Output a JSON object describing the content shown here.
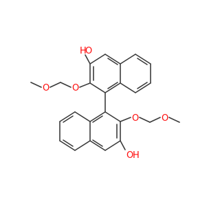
{
  "molecule": {
    "atom_labels": {
      "oh_top_o": "O",
      "oh_top_h": "H",
      "oh_bottom_o": "O",
      "oh_bottom_h": "H",
      "ether_o1": "O",
      "ether_o2": "O",
      "ether_o3": "O",
      "ether_o4": "O"
    }
  },
  "colors": {
    "bond": "#3a3a3a",
    "oxygen": "#ff0d0d",
    "background": "#ffffff"
  }
}
